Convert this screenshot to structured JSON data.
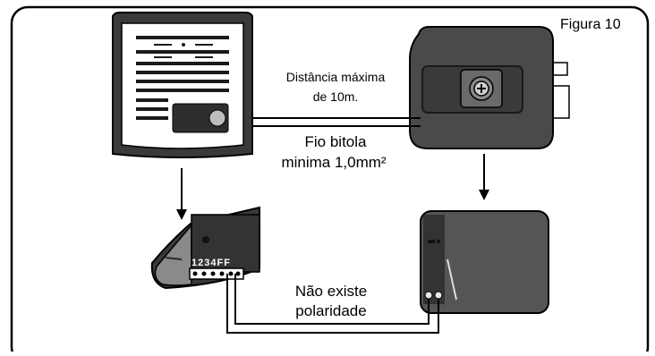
{
  "figure_label": "Figura 10",
  "distance_note": {
    "line1": "Distância máxima",
    "line2": "de 10m."
  },
  "wire_note": {
    "line1": "Fio bitola",
    "line2": "minima 1,0mm²"
  },
  "polarity_note": {
    "line1": "Não existe",
    "line2": "polaridade"
  },
  "terminal_labels": "1234FF",
  "colors": {
    "device_dark": "#3a3a3a",
    "device_mid": "#555555",
    "outline": "#000000",
    "background": "#ffffff"
  }
}
